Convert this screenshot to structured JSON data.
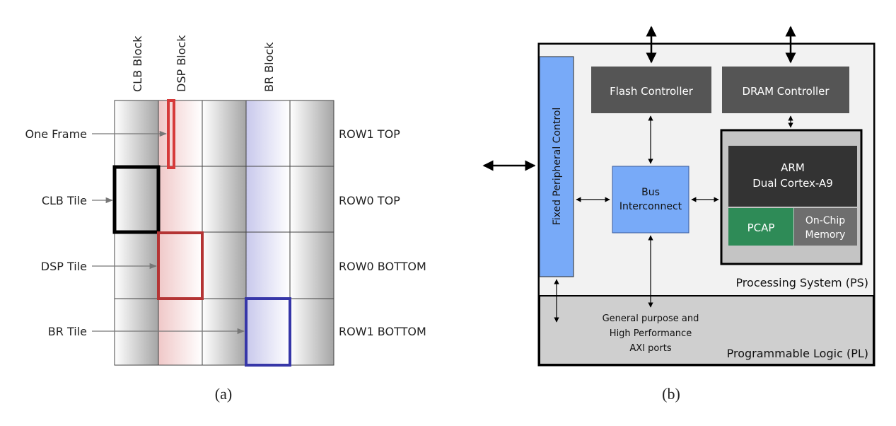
{
  "panel_a": {
    "column_headers": {
      "clb": "CLB Block",
      "dsp": "DSP Block",
      "br": "BR Block"
    },
    "left_labels": {
      "frame": "One Frame",
      "clb_tile": "CLB Tile",
      "dsp_tile": "DSP Tile",
      "br_tile": "BR Tile"
    },
    "row_labels": {
      "r1": "ROW1 TOP",
      "r2": "ROW0 TOP",
      "r3": "ROW0 BOTTOM",
      "r4": "ROW1 BOTTOM"
    },
    "caption": "(a)",
    "colors": {
      "frame": "#d63a3a",
      "clb_tile": "#000000",
      "dsp_tile": "#b43434",
      "br_tile": "#3636a8"
    }
  },
  "panel_b": {
    "fixed_peripheral": "Fixed Peripheral Control",
    "flash": "Flash Controller",
    "dram": "DRAM Controller",
    "bus": {
      "line1": "Bus",
      "line2": "Interconnect"
    },
    "arm": {
      "line1": "ARM",
      "line2": "Dual Cortex-A9"
    },
    "pcap": "PCAP",
    "onchip": {
      "line1": "On-Chip",
      "line2": "Memory"
    },
    "ps_label": "Processing System (PS)",
    "pl_label": "Programmable Logic (PL)",
    "axi": {
      "line1": "General purpose and",
      "line2": "High Performance",
      "line3": "AXI ports"
    },
    "caption": "(b)",
    "colors": {
      "blue": "#78aaf8",
      "dark_gray": "#555555",
      "arm_black": "#333333",
      "pcap_green": "#2e8b57",
      "memory_gray": "#6e6e6e",
      "ps_bg": "#f2f2f2",
      "pl_bg": "#cfcfcf"
    }
  }
}
